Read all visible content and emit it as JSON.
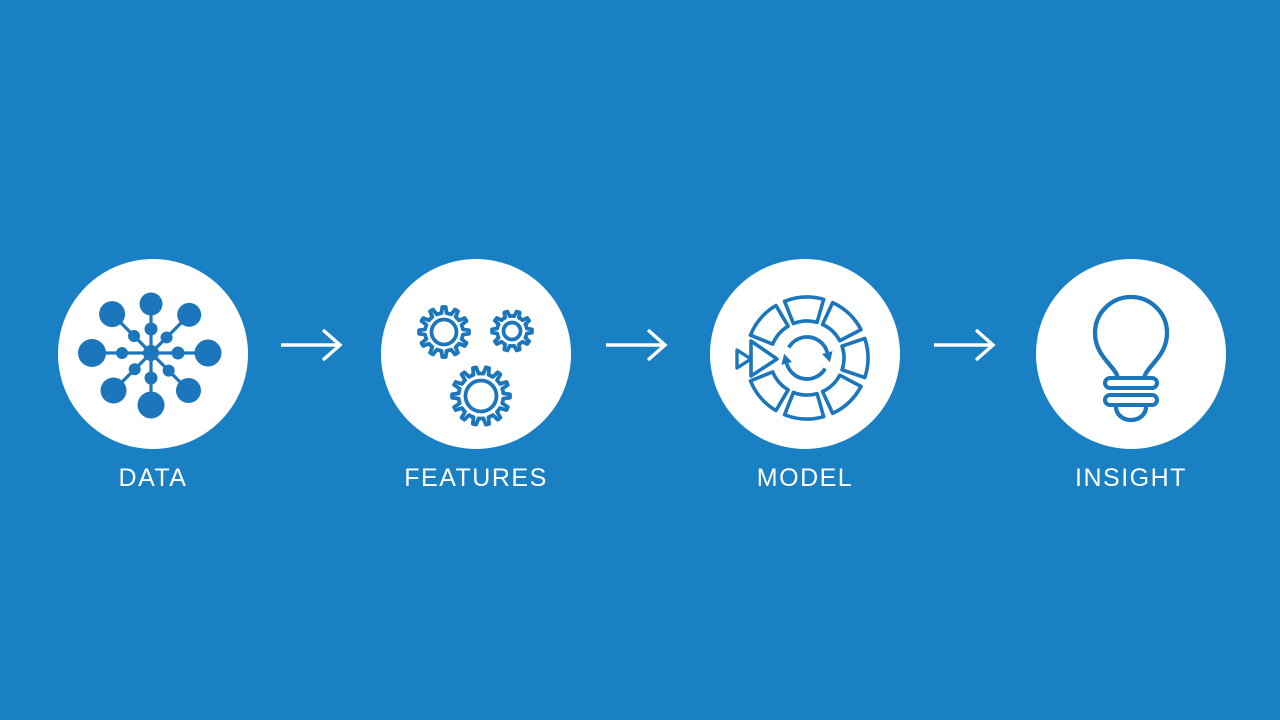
{
  "colors": {
    "background": "#1A80C4",
    "icon_blue": "#1B76BB",
    "foreground": "#FFFFFF"
  },
  "stages": [
    {
      "label": "DATA",
      "icon": "data-network-icon"
    },
    {
      "label": "FEATURES",
      "icon": "gears-icon"
    },
    {
      "label": "MODEL",
      "icon": "model-cycle-icon"
    },
    {
      "label": "INSIGHT",
      "icon": "lightbulb-icon"
    }
  ],
  "connectors": [
    {
      "icon": "arrow-right-icon"
    },
    {
      "icon": "arrow-right-icon"
    },
    {
      "icon": "arrow-right-icon"
    }
  ]
}
